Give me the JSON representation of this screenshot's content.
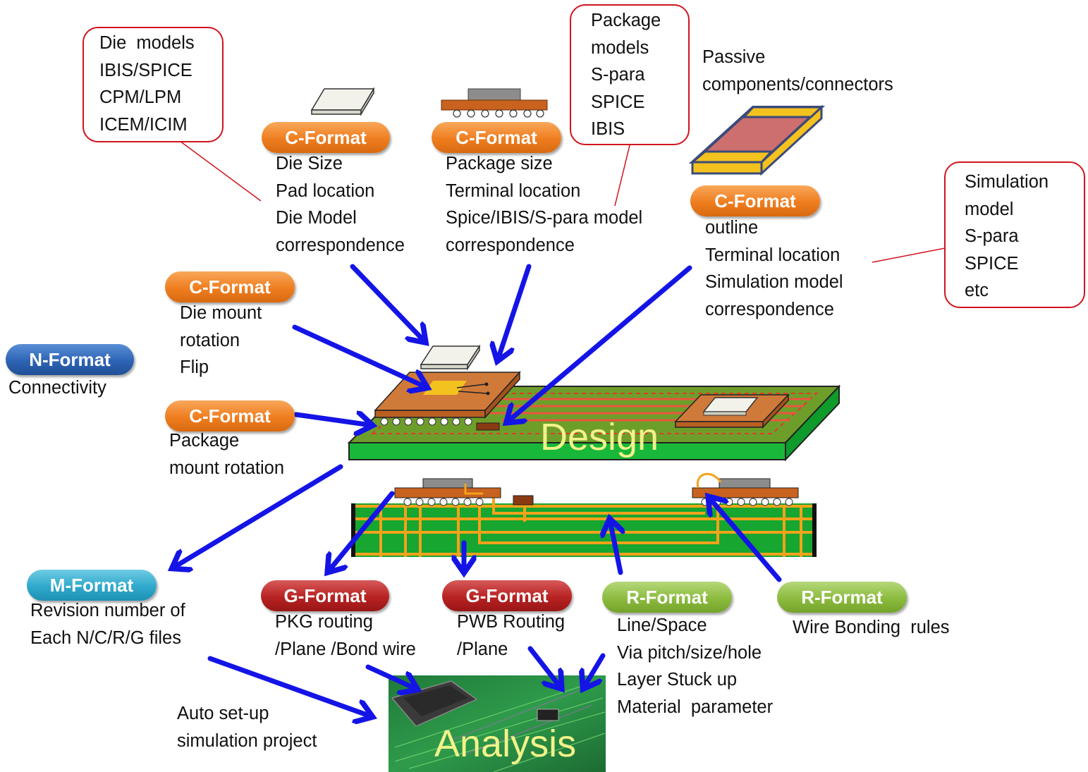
{
  "callouts": {
    "die_models": "Die  models\nIBIS/SPICE\nCPM/LPM\nICEM/ICIM",
    "package_models": "Package\nmodels\nS-para\nSPICE\nIBIS",
    "simulation_model": "Simulation\nmodel\nS-para\nSPICE\netc"
  },
  "labels": {
    "passive_components": "Passive\ncomponents/connectors"
  },
  "formats": {
    "c_die": {
      "tag": "C-Format",
      "desc": "Die Size\nPad location\nDie Model\ncorrespondence"
    },
    "c_package": {
      "tag": "C-Format",
      "desc": "Package size\nTerminal location\nSpice/IBIS/S-para model\ncorrespondence"
    },
    "c_passive": {
      "tag": "C-Format",
      "desc": "outline\nTerminal location\nSimulation model\ncorrespondence"
    },
    "c_die_mount": {
      "tag": "C-Format",
      "desc": "Die mount\nrotation\nFlip"
    },
    "c_pkg_mount": {
      "tag": "C-Format",
      "desc": "Package\nmount rotation"
    },
    "n": {
      "tag": "N-Format",
      "desc": "Connectivity"
    },
    "m": {
      "tag": "M-Format",
      "desc": "Revision number of\nEach N/C/R/G files"
    },
    "g_pkg": {
      "tag": "G-Format",
      "desc": "PKG routing\n/Plane /Bond wire"
    },
    "g_pwb": {
      "tag": "G-Format",
      "desc": "PWB Routing\n/Plane"
    },
    "r_line": {
      "tag": "R-Format",
      "desc": "Line/Space\nVia pitch/size/hole\nLayer Stuck up\nMaterial  parameter"
    },
    "r_wire": {
      "tag": "R-Format",
      "desc": "Wire Bonding  rules"
    }
  },
  "auto_setup": "Auto set-up\nsimulation project",
  "design_label": "Design",
  "analysis_label": "Analysis",
  "colors": {
    "arrow": "#1414e6",
    "callout_border": "#d0141e",
    "c_format": "#ef7d1f",
    "n_format": "#2d64b4",
    "m_format": "#2fa9cc",
    "g_format": "#b82222",
    "r_format": "#8bbb3e",
    "board_green": "#13a32c",
    "trace_orange": "#f4a21b"
  }
}
